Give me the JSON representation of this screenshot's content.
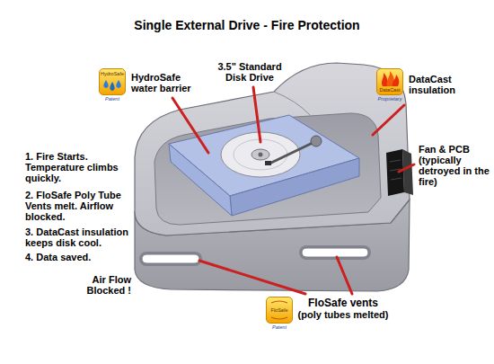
{
  "diagram": {
    "title": "Single External Drive - Fire Protection",
    "nodes": [
      {
        "text": [
          "HydroSafe",
          "Patent"
        ]
      },
      {
        "text": [
          "DataCast",
          "Proprietary"
        ]
      },
      {
        "text": [
          "FloSafe",
          "Patent"
        ]
      }
    ],
    "labels": [
      "HydroSafe water barrier",
      "3.5\" Standard Disk Drive",
      "DataCast insulation",
      "1. Fire Starts. Temperature climbs quickly.",
      "2. FloSafe Poly Tube Vents melt. Airflow blocked.",
      "3. DataCast insulation keeps disk cool.",
      "4. Data saved.",
      "Fan & PCB (typically detroyed in the fire)",
      "Air Flow Blocked !",
      "FloSafe vents (poly tubes melted)"
    ]
  }
}
